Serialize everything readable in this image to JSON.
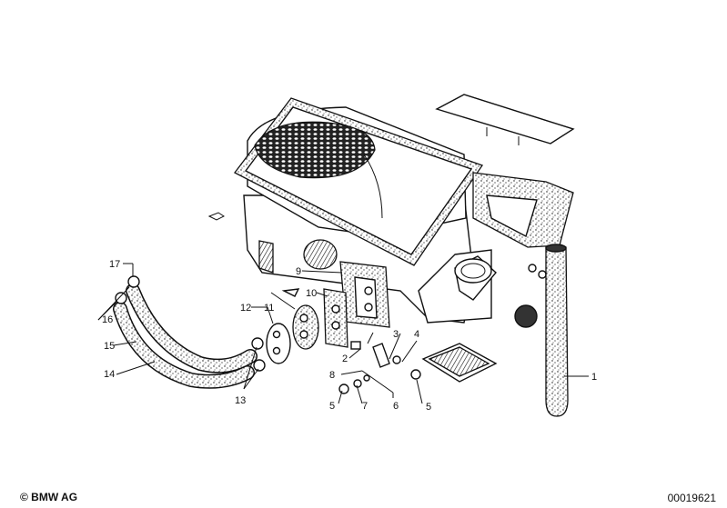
{
  "callouts": {
    "c1": "1",
    "c2": "2",
    "c3": "3",
    "c4": "4",
    "c5a": "5",
    "c5b": "5",
    "c6": "6",
    "c7": "7",
    "c8": "8",
    "c9": "9",
    "c10": "10",
    "c11": "11",
    "c12": "12",
    "c13": "13",
    "c14": "14",
    "c15": "15",
    "c16": "16",
    "c17": "17"
  },
  "footer": {
    "copyright": "© BMW AG",
    "doc_id": "00019621"
  },
  "colors": {
    "ink": "#111111",
    "paper": "#ffffff"
  }
}
